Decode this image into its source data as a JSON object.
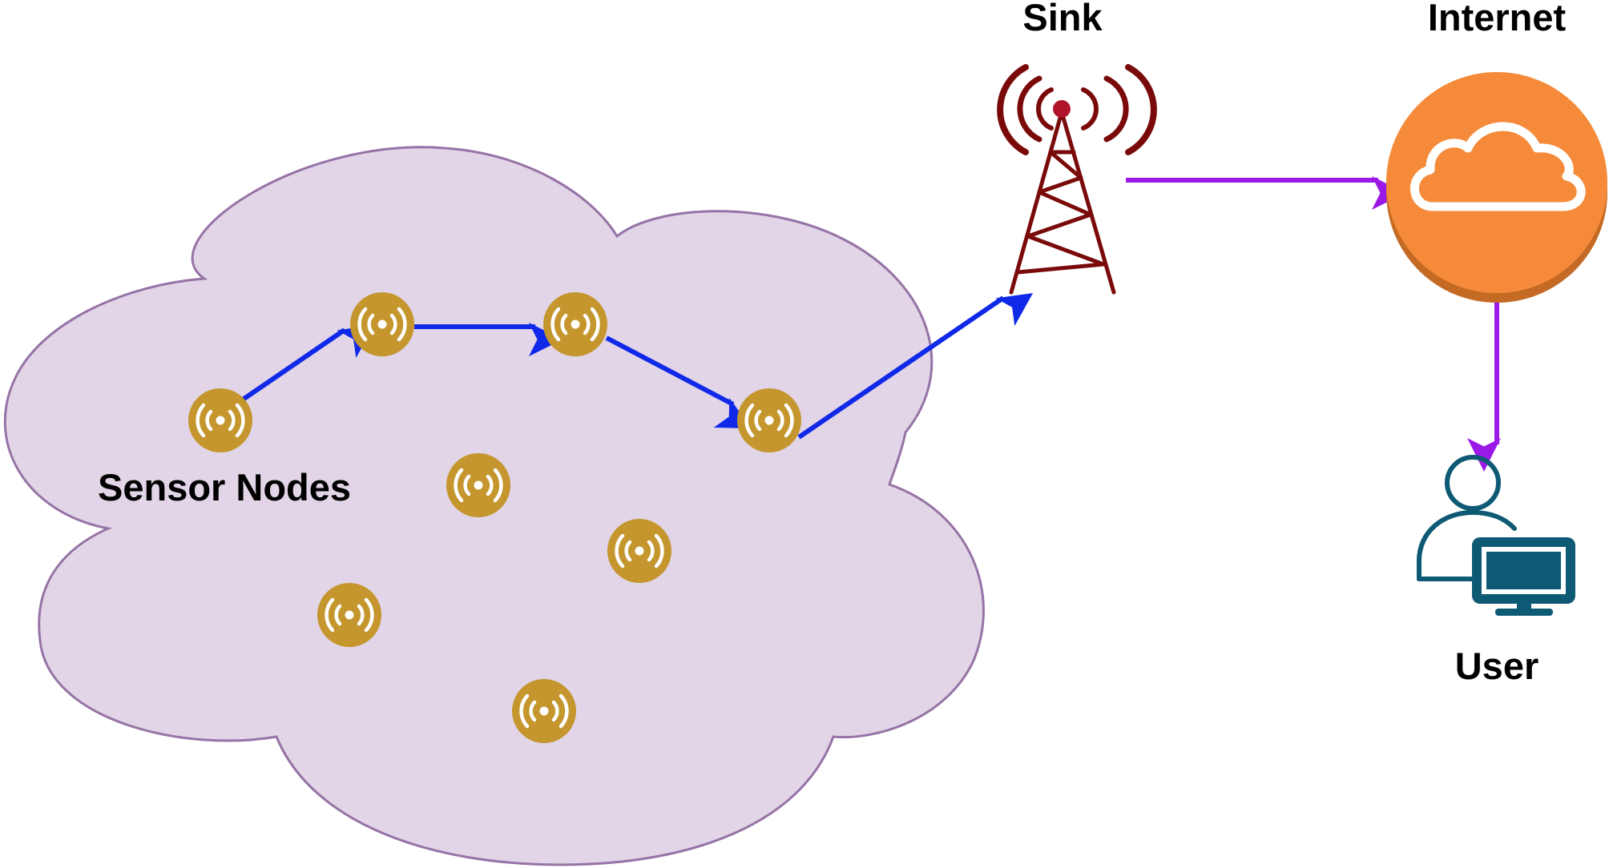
{
  "labels": {
    "sensor_nodes": "Sensor Nodes",
    "sink": "Sink",
    "internet": "Internet",
    "user": "User"
  },
  "colors": {
    "cloud_fill": "#e1d5e7",
    "cloud_stroke": "#9673a6",
    "sensor_node": "#c4962d",
    "sensor_path_arrow": "#1028e8",
    "uplink_arrow": "#9b19e6",
    "sink_tower": "#7a0a0a",
    "internet_circle": "#f58b3a",
    "internet_circle_shadow": "#c46a24",
    "user_icon": "#0e5a75"
  },
  "icons": {
    "sensor_node": "wireless-sensor-icon",
    "sink": "radio-tower-icon",
    "internet": "cloud-icon",
    "user": "user-at-computer-icon"
  },
  "sensor_nodes": [
    {
      "id": "sensor-1",
      "on_path": true
    },
    {
      "id": "sensor-2",
      "on_path": true
    },
    {
      "id": "sensor-3",
      "on_path": true
    },
    {
      "id": "sensor-4",
      "on_path": true
    },
    {
      "id": "sensor-5",
      "on_path": false
    },
    {
      "id": "sensor-6",
      "on_path": false
    },
    {
      "id": "sensor-7",
      "on_path": false
    },
    {
      "id": "sensor-8",
      "on_path": false
    }
  ],
  "edges": [
    {
      "from": "sensor-1",
      "to": "sensor-2"
    },
    {
      "from": "sensor-2",
      "to": "sensor-3"
    },
    {
      "from": "sensor-3",
      "to": "sensor-4"
    },
    {
      "from": "sensor-4",
      "to": "sink"
    },
    {
      "from": "sink",
      "to": "internet"
    },
    {
      "from": "internet",
      "to": "user"
    }
  ]
}
